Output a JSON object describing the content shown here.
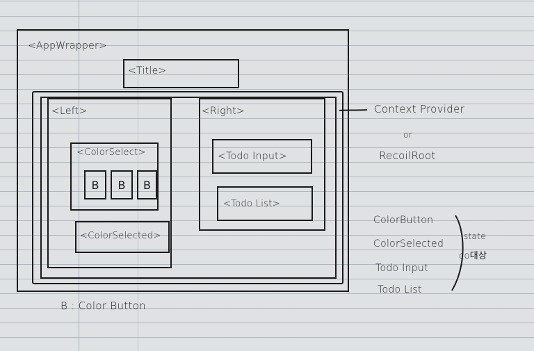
{
  "diagram": {
    "app_wrapper": "<AppWrapper>",
    "title": "<Title>",
    "left": "<Left>",
    "color_select": "<ColorSelect>",
    "color_buttons": [
      "B",
      "B",
      "B"
    ],
    "color_selected": "<ColorSelected>",
    "right": "<Right>",
    "todo_input": "<Todo Input>",
    "todo_list": "<Todo List>"
  },
  "annotations": {
    "provider": "Context Provider",
    "or": "or",
    "recoil": "RecoilRoot",
    "legend": "B : Color Button",
    "state_items": [
      "ColorButton",
      "ColorSelected",
      "Todo Input",
      "Todo List"
    ],
    "state_note": "state",
    "state_note_kr": "со대상"
  }
}
